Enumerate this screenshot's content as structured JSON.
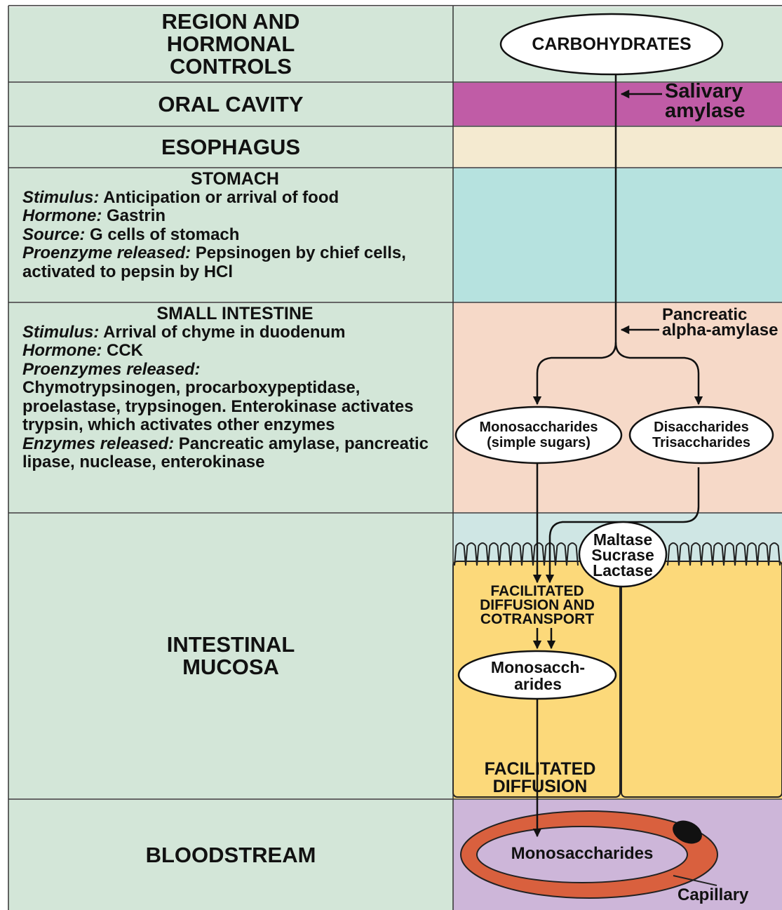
{
  "header": {
    "title": "REGION AND HORMONAL CONTROLS"
  },
  "regions": {
    "oral_cavity": "ORAL CAVITY",
    "esophagus": "ESOPHAGUS",
    "stomach": {
      "name": "STOMACH",
      "stimulus_label": "Stimulus:",
      "stimulus_text": " Anticipation or arrival of food",
      "hormone_label": "Hormone:",
      "hormone_text": " Gastrin",
      "source_label": "Source:",
      "source_text": " G cells of stomach",
      "proenzyme_label": "Proenzyme released:",
      "proenzyme_text": " Pepsinogen by chief cells, activated to pepsin by HCl"
    },
    "small_intestine": {
      "name": "SMALL INTESTINE",
      "stimulus_label": "Stimulus:",
      "stimulus_text": " Arrival of chyme in duodenum",
      "hormone_label": "Hormone:",
      "hormone_text": " CCK",
      "proenzymes_label": "Proenzymes released:",
      "proenzymes_text": "Chymotrypsinogen, procarboxypeptidase, proelastase, trypsinogen. Enterokinase activates trypsin, which activates other enzymes",
      "enzymes_label": "Enzymes released:",
      "enzymes_text": " Pancreatic amylase, pancreatic lipase, nuclease, enterokinase"
    },
    "intestinal_mucosa": "INTESTINAL MUCOSA",
    "bloodstream": "BLOODSTREAM"
  },
  "flow": {
    "carbohydrates": "CARBOHYDRATES",
    "salivary_amylase": "Salivary amylase",
    "pancreatic_alpha_amylase": "Pancreatic alpha-amylase",
    "monosaccharides_simple": "Monosaccharides (simple sugars)",
    "di_trisaccharides": "Disaccharides Trisaccharides",
    "brush_border_enzymes": "Maltase Sucrase Lactase",
    "facilitated_diffusion_cotransport": "FACILITATED DIFFUSION AND COTRANSPORT",
    "monosaccharides_cell": "Monosacch- arides",
    "facilitated_diffusion": "FACILITATED DIFFUSION",
    "monosaccharides_blood": "Monosaccharides",
    "capillary": "Capillary"
  },
  "colors": {
    "left_column": "#d3e6d8",
    "oral": "#c05ca6",
    "esophagus": "#f4ead0",
    "stomach": "#b6e2df",
    "small_intestine": "#f6d9c8",
    "lumen": "#cfe6e4",
    "mucosa": "#fcd97a",
    "bloodstream": "#cdb6d9",
    "capillary": "#d9603e"
  }
}
